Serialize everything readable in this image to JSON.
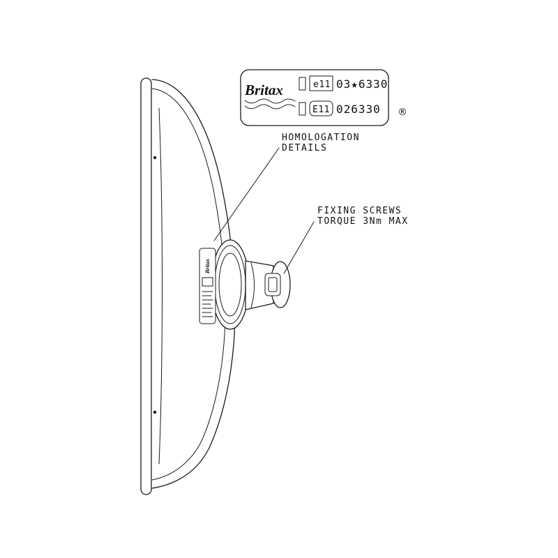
{
  "label_box": {
    "brand": "Britax",
    "row1_mark": "e11",
    "row1_code": "03★6330",
    "row2_mark": "E11",
    "row2_code": "026330",
    "registered": "®"
  },
  "callouts": {
    "homologation_line1": "HOMOLOGATION",
    "homologation_line2": "DETAILS",
    "fixing_line1": "FIXING SCREWS",
    "fixing_line2": "TORQUE 3Nm MAX"
  },
  "product_label": {
    "brand": "Britax"
  }
}
